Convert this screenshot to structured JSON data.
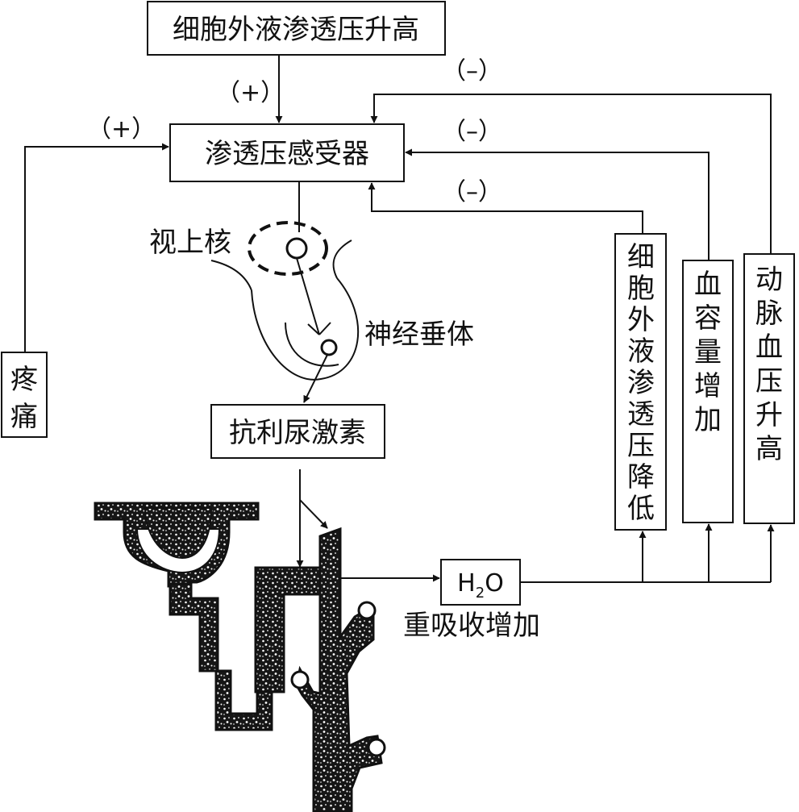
{
  "boxes": {
    "top_stimulus": "细胞外液渗透压升高",
    "receptor": "渗透压感受器",
    "pain": [
      "疼",
      "痛"
    ],
    "adh": "抗利尿激素",
    "water": {
      "main": "H",
      "sub": "2",
      "tail": "O"
    },
    "ecf_decrease": [
      "细",
      "胞",
      "外",
      "液",
      "渗",
      "透",
      "压",
      "降",
      "低"
    ],
    "blood_volume": [
      "血",
      "容",
      "量",
      "增",
      "加"
    ],
    "arterial_pressure": [
      "动",
      "脉",
      "血",
      "压",
      "升",
      "高"
    ]
  },
  "labels": {
    "supraoptic": "视上核",
    "neurohypophysis": "神经垂体",
    "reabsorption": "重吸收增加"
  },
  "signs": {
    "top_plus": "（+）",
    "pain_plus": "（+）",
    "minus_arterial": "（–）",
    "minus_volume": "（–）",
    "minus_ecf": "（–）"
  },
  "colors": {
    "ink": "#111111",
    "background": "#ffffff"
  }
}
